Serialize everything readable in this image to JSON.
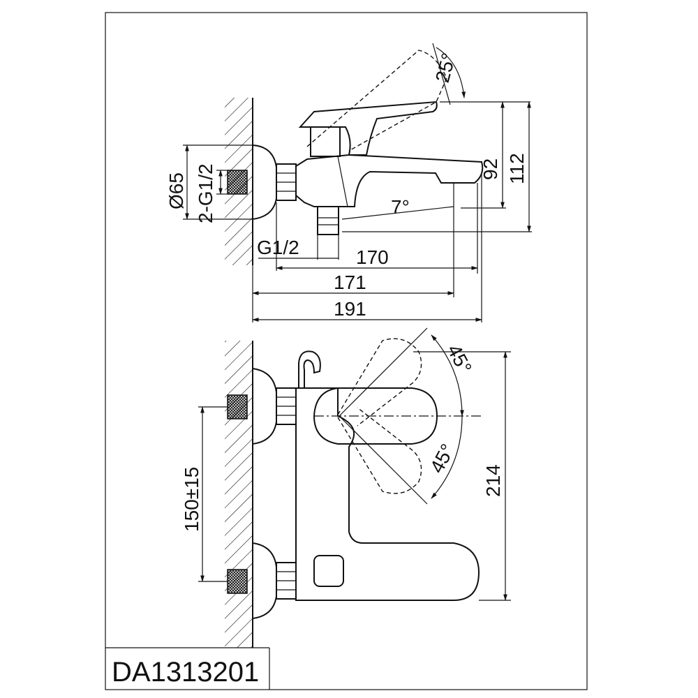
{
  "model_code": "DA1313201",
  "dimensions": {
    "angle_lever_lift": "25°",
    "height_92": "92",
    "height_112": "112",
    "angle_spout": "7°",
    "diameter": "Ø65",
    "inlet_thread": "2-G1/2",
    "outlet_thread": "G1/2",
    "length_170": "170",
    "length_171": "171",
    "length_191": "191",
    "angle_top": "45°",
    "angle_bottom": "45°",
    "width_214": "214",
    "spacing": "150±15"
  }
}
